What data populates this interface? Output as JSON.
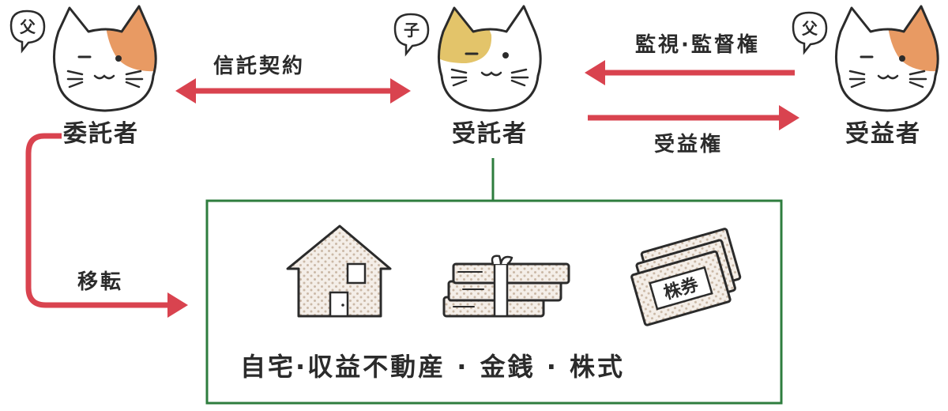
{
  "roles": {
    "settlor": {
      "label": "委託者",
      "bubble": "父"
    },
    "trustee": {
      "label": "受託者",
      "bubble": "子"
    },
    "beneficiary": {
      "label": "受益者",
      "bubble": "父"
    }
  },
  "relations": {
    "trust_contract": "信託契約",
    "supervision_right": "監視·監督権",
    "beneficial_right": "受益権",
    "transfer": "移転"
  },
  "assets": {
    "caption": "自宅·収益不動産 · 金銭 · 株式",
    "ticket_label": "株券"
  },
  "colors": {
    "arrow": "#d9434f",
    "box_border": "#2e7d3e",
    "cat_calico_orange": "#e89a63",
    "cat_yellow": "#e3c46a",
    "outline": "#2b2b2b",
    "asset_fill": "#f2ece6",
    "asset_dots": "#c9b8a8"
  }
}
